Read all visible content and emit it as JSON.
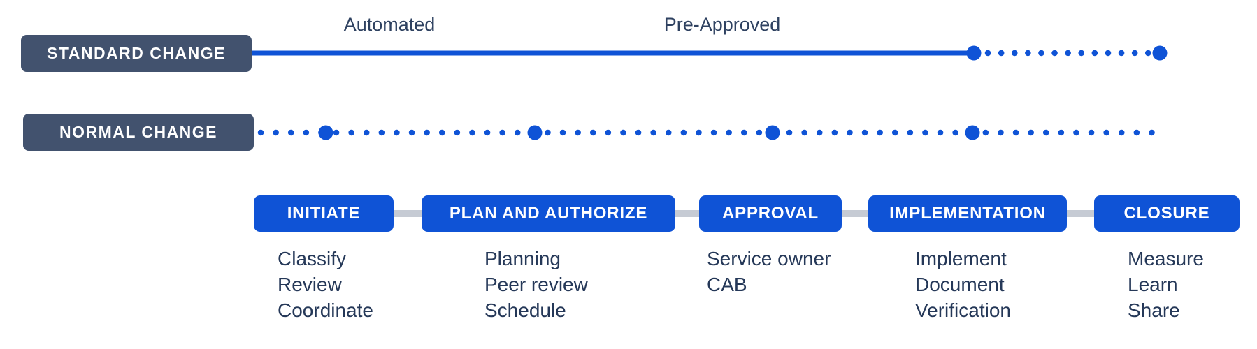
{
  "tracks": [
    {
      "label": "STANDARD CHANGE",
      "line_style": "solid then dotted",
      "annotations": [
        "Automated",
        "Pre-Approved"
      ]
    },
    {
      "label": "NORMAL CHANGE",
      "line_style": "dotted with milestone dots at each stage"
    }
  ],
  "stages": [
    {
      "label": "INITIATE",
      "activities": [
        "Classify",
        "Review",
        "Coordinate"
      ]
    },
    {
      "label": "PLAN AND AUTHORIZE",
      "activities": [
        "Planning",
        "Peer review",
        "Schedule"
      ]
    },
    {
      "label": "APPROVAL",
      "activities": [
        "Service owner",
        "CAB"
      ]
    },
    {
      "label": "IMPLEMENTATION",
      "activities": [
        "Implement",
        "Document",
        "Verification"
      ]
    },
    {
      "label": "CLOSURE",
      "activities": [
        "Measure",
        "Learn",
        "Share"
      ]
    }
  ],
  "colors": {
    "accent_blue": "#0F53D6",
    "badge_slate": "#42526E",
    "text_navy": "#253858",
    "connector_gray": "#C6CBD4",
    "background": "#FFFFFF"
  }
}
